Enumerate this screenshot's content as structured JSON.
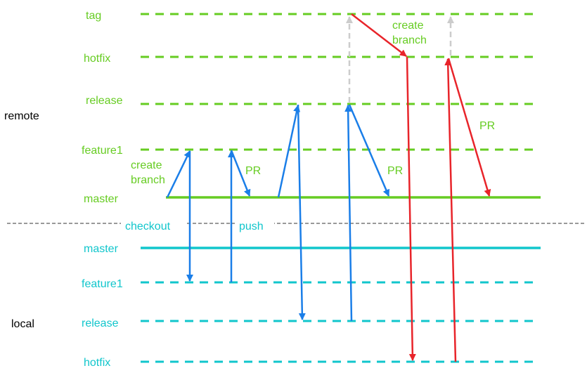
{
  "colors": {
    "remote": "#66cc22",
    "local": "#11c6cc",
    "blue": "#1a7ee8",
    "red": "#e8242a",
    "grey": "#cccccc",
    "divider": "#333333"
  },
  "sections": {
    "remote": "remote",
    "local": "local"
  },
  "remote_branches": [
    "tag",
    "hotfix",
    "release",
    "feature1",
    "master"
  ],
  "local_branches": [
    "master",
    "feature1",
    "release",
    "hotfix"
  ],
  "annotations": {
    "create_branch_feature": "create\nbranch",
    "create_branch_hotfix": "create\nbranch",
    "pr_feature": "PR",
    "pr_release": "PR",
    "pr_hotfix": "PR",
    "checkout": "checkout",
    "push": "push"
  }
}
